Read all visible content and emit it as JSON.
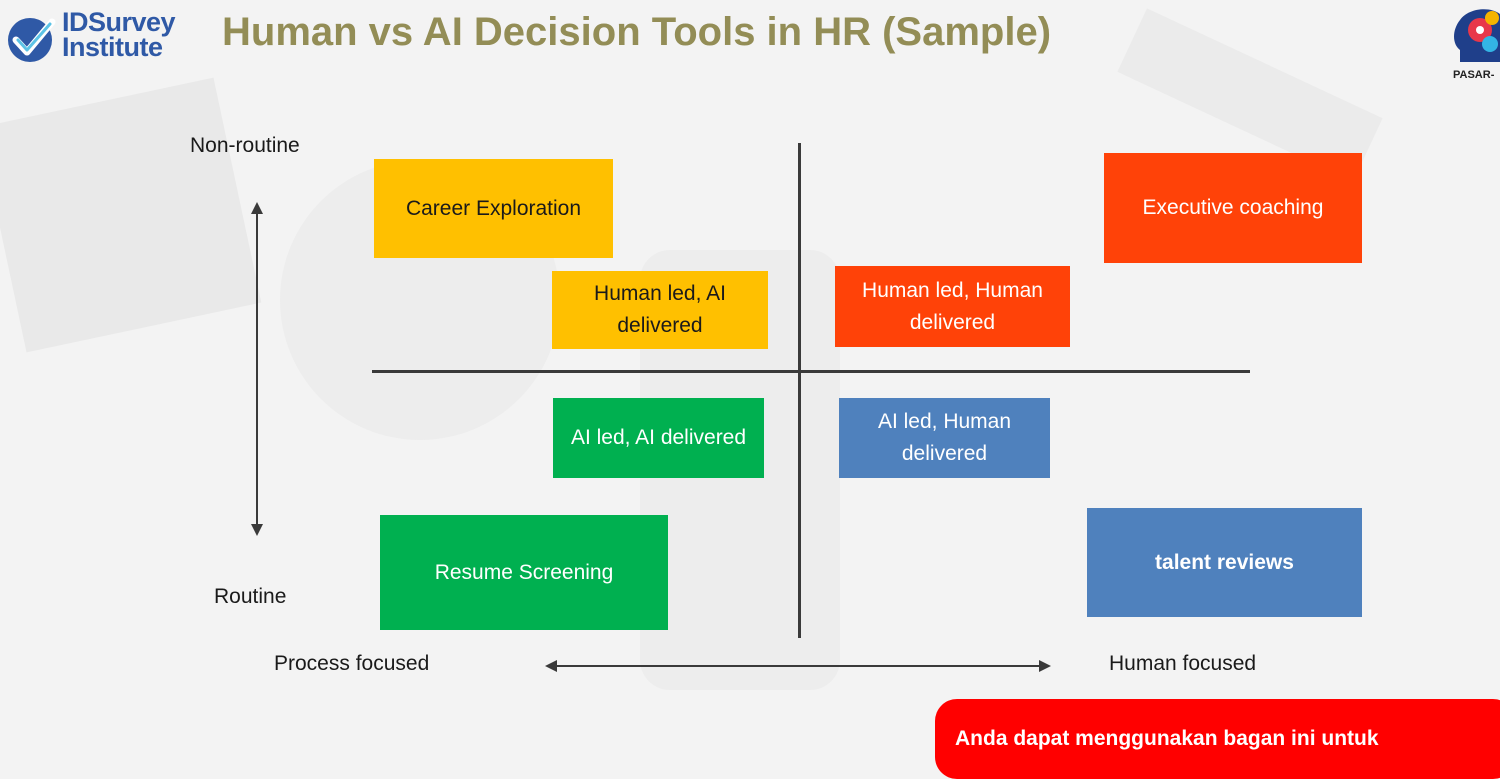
{
  "header": {
    "logo_line1": "IDSurvey",
    "logo_line2": "Institute",
    "title": "Human vs AI Decision Tools in HR (Sample)",
    "corner_logo_caption": "PASAR-"
  },
  "axes": {
    "top": "Non-routine",
    "bottom": "Routine",
    "left": "Process focused",
    "right": "Human focused"
  },
  "boxes": {
    "career_exploration": "Career Exploration",
    "human_led_ai_delivered": "Human led, AI delivered",
    "executive_coaching": "Executive coaching",
    "human_led_human_delivered": "Human led, Human delivered",
    "ai_led_ai_delivered": "AI led, AI delivered",
    "ai_led_human_delivered": "AI led, Human delivered",
    "resume_screening": "Resume Screening",
    "talent_reviews": "talent reviews"
  },
  "callout": {
    "text": "Anda dapat menggunakan bagan ini untuk"
  },
  "colors": {
    "yellow": "#ffc000",
    "red": "#ff4208",
    "green": "#00b050",
    "blue": "#4f81bd",
    "title": "#938d56",
    "callout": "#ff0000"
  }
}
